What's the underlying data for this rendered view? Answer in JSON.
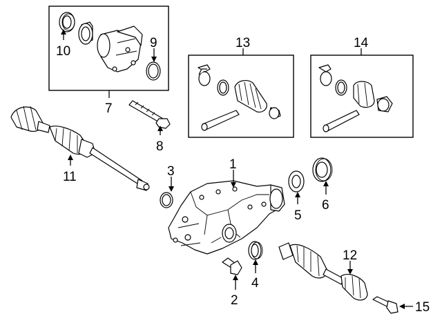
{
  "diagram": {
    "title": "Front drive axle / differential exploded view",
    "callouts": [
      {
        "id": "1",
        "text": "1"
      },
      {
        "id": "2",
        "text": "2"
      },
      {
        "id": "3",
        "text": "3"
      },
      {
        "id": "4",
        "text": "4"
      },
      {
        "id": "5",
        "text": "5"
      },
      {
        "id": "6",
        "text": "6"
      },
      {
        "id": "7",
        "text": "7"
      },
      {
        "id": "8",
        "text": "8"
      },
      {
        "id": "9",
        "text": "9"
      },
      {
        "id": "10",
        "text": "10"
      },
      {
        "id": "11",
        "text": "11"
      },
      {
        "id": "12",
        "text": "12"
      },
      {
        "id": "13",
        "text": "13"
      },
      {
        "id": "14",
        "text": "14"
      },
      {
        "id": "15",
        "text": "15"
      }
    ],
    "colors": {
      "line": "#000000",
      "background": "#ffffff"
    }
  }
}
